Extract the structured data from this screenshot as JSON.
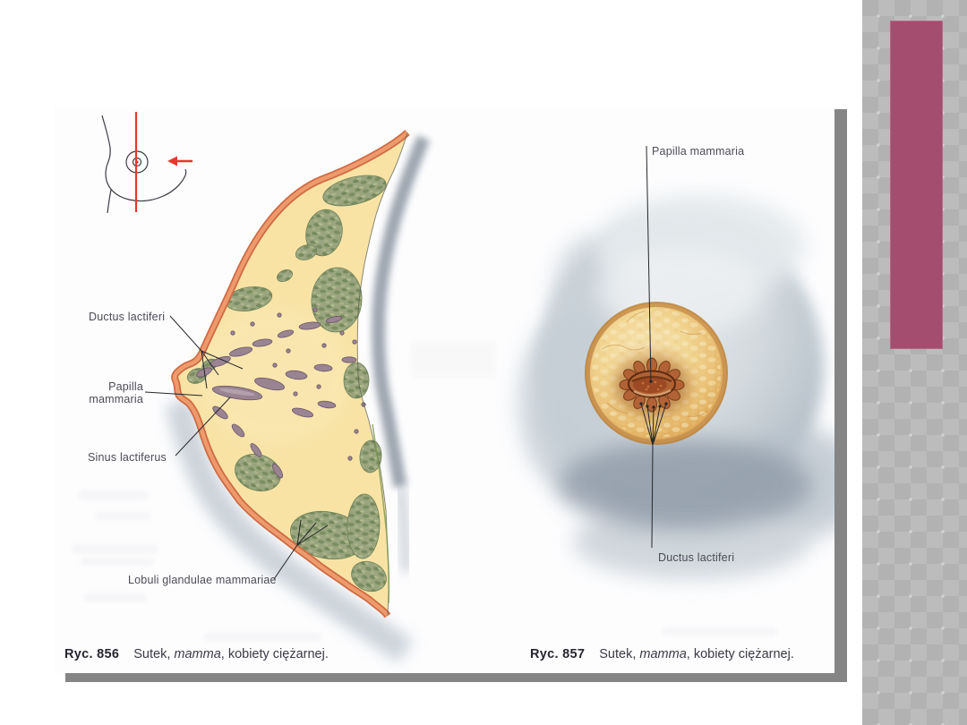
{
  "slide": {
    "background_color": "#ffffff",
    "sidebar": {
      "base_color": "#b2b2b2",
      "diamond_color": "#bcbcbc",
      "accent_color": "#a44d6e"
    },
    "page_shadow_color": "#858585"
  },
  "figure_left": {
    "labels": {
      "ductus": "Ductus lactiferi",
      "papilla_line1": "Papilla",
      "papilla_line2": "mammaria",
      "sinus": "Sinus lactiferus",
      "lobuli": "Lobuli glandulae mammariae"
    },
    "caption": {
      "number": "Ryc. 856",
      "pre": "Sutek, ",
      "italic": "mamma",
      "post": ", kobiety ciężarnej."
    }
  },
  "figure_right": {
    "labels": {
      "papilla": "Papilla mammaria",
      "ductus": "Ductus lactiferi"
    },
    "caption": {
      "number": "Ryc. 857",
      "pre": "Sutek, ",
      "italic": "mamma",
      "post": ", kobiety ciężarnej."
    }
  }
}
